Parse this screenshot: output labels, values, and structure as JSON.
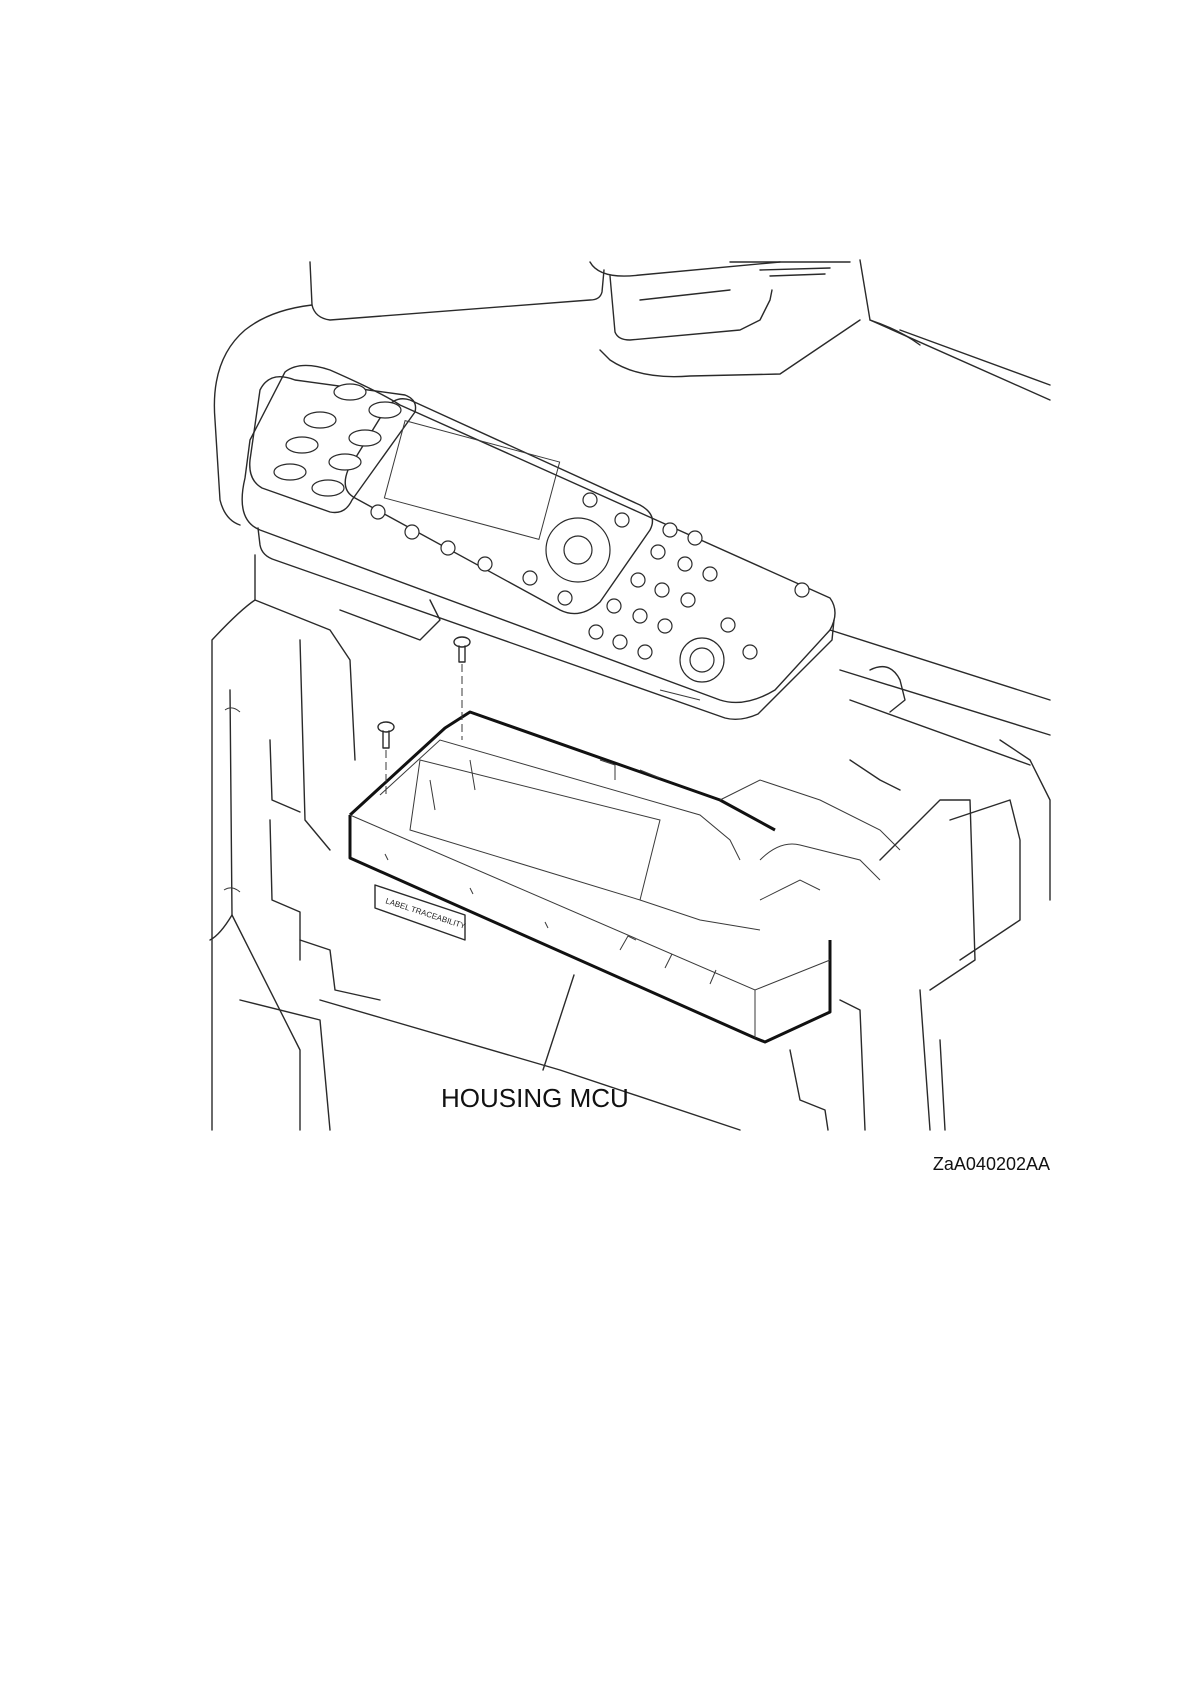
{
  "figure": {
    "callout_label": "HOUSING MCU",
    "figure_id": "ZaA040202AA",
    "label_plate_text": "LABEL TRACEABILITY"
  },
  "icons": {
    "screw_left": "screw-icon",
    "screw_right": "screw-icon"
  }
}
